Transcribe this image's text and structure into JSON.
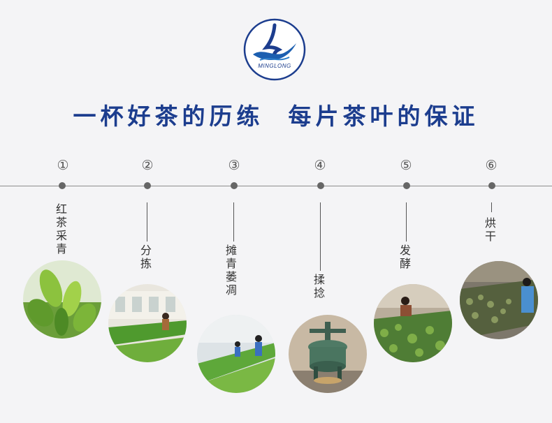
{
  "brand": {
    "logo_text": "MINGLONG",
    "color": "#1c3d8e"
  },
  "slogan": "一杯好茶的历练  每片茶叶的保证",
  "steps": [
    {
      "num": "①",
      "label": "红茶采青",
      "photo": "tea-leaves-photo"
    },
    {
      "num": "②",
      "label": "分拣",
      "photo": "sorting-photo"
    },
    {
      "num": "③",
      "label": "摊青萎凋",
      "photo": "withering-photo"
    },
    {
      "num": "④",
      "label": "揉捻",
      "photo": "rolling-machine-photo"
    },
    {
      "num": "⑤",
      "label": "发酵",
      "photo": "fermentation-photo"
    },
    {
      "num": "⑥",
      "label": "烘干",
      "photo": "drying-photo"
    }
  ]
}
